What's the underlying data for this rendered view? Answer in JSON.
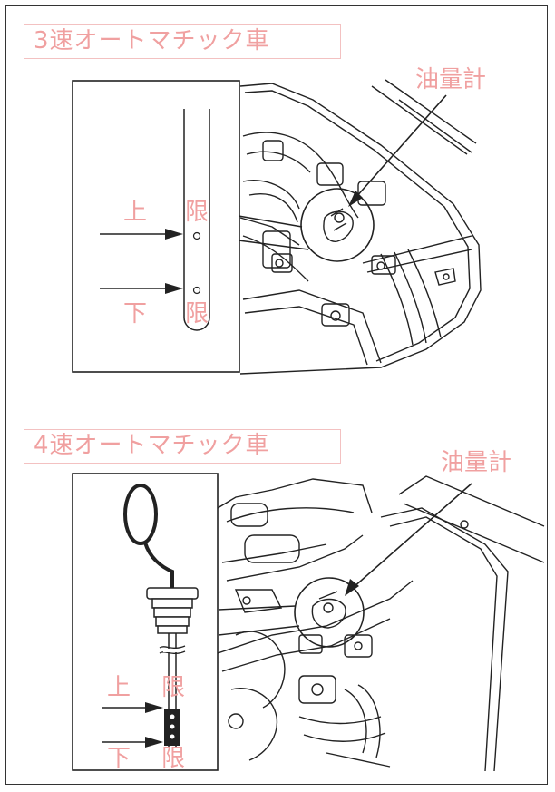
{
  "sections": [
    {
      "title": "3速オートマチック車",
      "callout": "油量計",
      "upper_label": [
        "上",
        "限"
      ],
      "lower_label": [
        "下",
        "限"
      ]
    },
    {
      "title": "4速オートマチック車",
      "callout": "油量計",
      "upper_label": [
        "上",
        "限"
      ],
      "lower_label": [
        "下",
        "限"
      ]
    }
  ],
  "colors": {
    "label_pink": "#f0a0a0",
    "label_border": "#f3c1c1",
    "line": "#222222"
  }
}
